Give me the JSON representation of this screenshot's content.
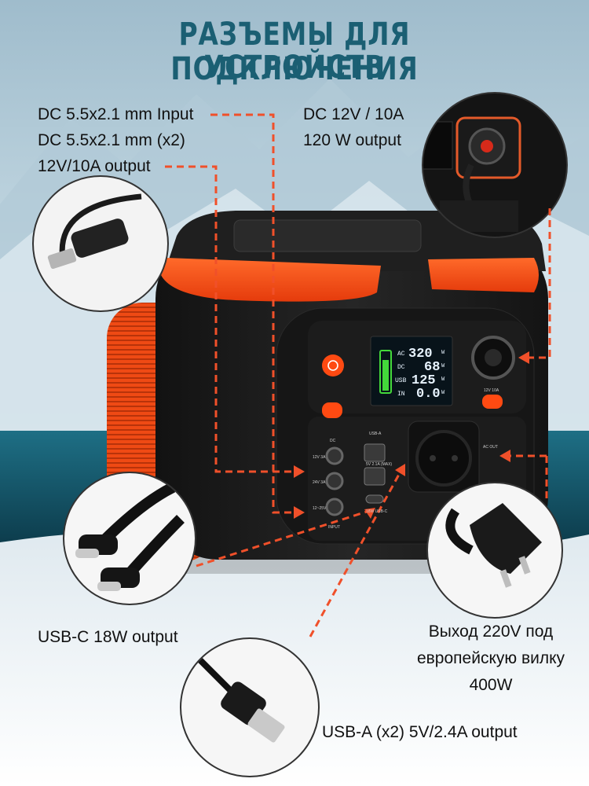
{
  "header": {
    "title_line1": "РАЗЪЕМЫ ДЛЯ ПОДКЛЮЧЕНИЯ",
    "title_line2": "УСТРОЙСТВ"
  },
  "labels": {
    "dc_input": "DC 5.5x2.1 mm Input",
    "dc_x2": "DC 5.5x2.1 mm (x2)",
    "dc_12v_output": "12V/10A output",
    "car_dc_line1": "DC 12V / 10A",
    "car_dc_line2": "120 W  output",
    "usbc": "USB-C 18W output",
    "ac_line1": "Выход 220V  под",
    "ac_line2": "европейскую вилку",
    "ac_line3": "400W",
    "usba": "USB-A (x2) 5V/2.4A output"
  },
  "display": {
    "ac_label": "AC",
    "dc_label": "DC",
    "usb_label": "USB",
    "in_label": "IN",
    "ac_value": "320",
    "dc_value": "68",
    "usb_value": "125",
    "in_value": "0.0",
    "unit": "W"
  },
  "panel": {
    "dc_group": "DC",
    "port_12v": "12V 3A",
    "port_24v": "24V 3A",
    "port_in": "12~25V",
    "input": "INPUT",
    "usb_group": "USB-A",
    "usba_spec": "5V 2.1A (MAX)",
    "usbc_spec": "18W USB-C",
    "ac_out": "AC OUT",
    "car_spec": "12V 10A"
  },
  "colors": {
    "title": "#1b5f73",
    "accent": "#ff4a12",
    "arrow": "#f0502a",
    "body": "#1a1a1a",
    "lcd": "#08131a",
    "lcd_text": "#e8f4ff",
    "battery": "#43d83a"
  }
}
